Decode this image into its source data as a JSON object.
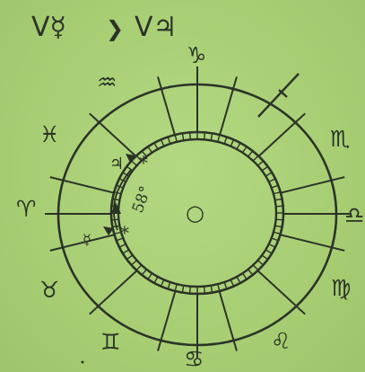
{
  "title": {
    "left_symbol": "V☿",
    "relation": "❯",
    "right_symbol": "V♃"
  },
  "zodiac_signs": [
    {
      "name": "capricorn",
      "glyph": "♑"
    },
    {
      "name": "aquarius",
      "glyph": "♒"
    },
    {
      "name": "pisces",
      "glyph": "♓"
    },
    {
      "name": "aries",
      "glyph": "♈"
    },
    {
      "name": "taurus",
      "glyph": "♉"
    },
    {
      "name": "gemini",
      "glyph": "♊"
    },
    {
      "name": "cancer",
      "glyph": "♋"
    },
    {
      "name": "leo",
      "glyph": "♌"
    },
    {
      "name": "virgo",
      "glyph": "♍"
    },
    {
      "name": "libra",
      "glyph": "♎"
    },
    {
      "name": "scorpio",
      "glyph": "♏"
    }
  ],
  "planets": {
    "jupiter": "♃",
    "mercury": "☿"
  },
  "angle_label": "58°",
  "star_markers": [
    "*",
    "*"
  ],
  "center_symbol": "○",
  "colors": {
    "background": "#a9cf76",
    "ink": "#2b3326"
  }
}
